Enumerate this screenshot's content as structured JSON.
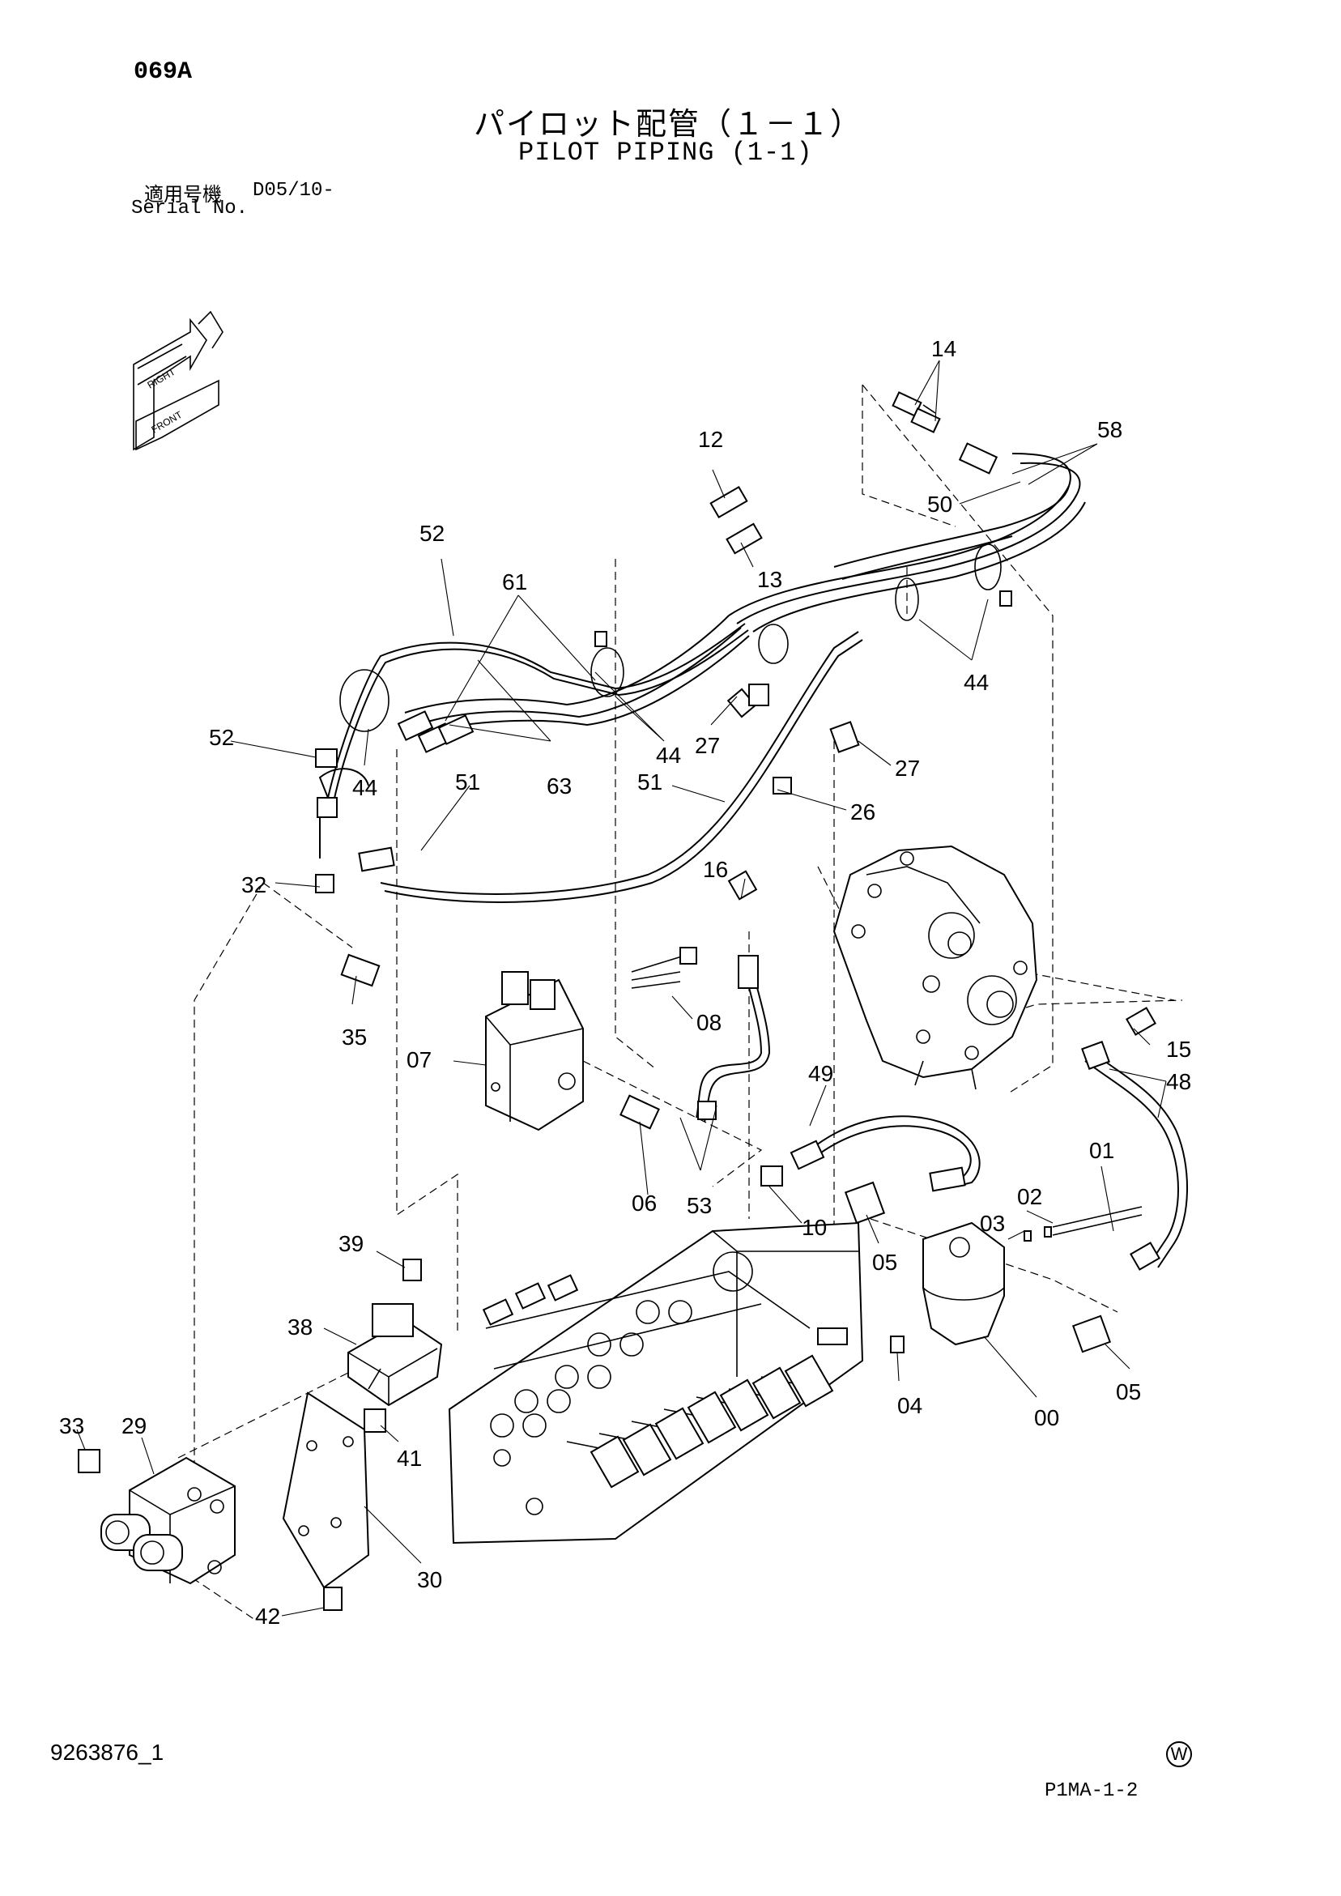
{
  "header": {
    "page_code": "069A",
    "title_jp": "パイロット配管（１－１）",
    "title_en": "PILOT PIPING (1-1)",
    "serial_jp": "適用号機",
    "serial_value": "D05/10-",
    "serial_en": "Serial No."
  },
  "orientation_marker": {
    "labels": [
      "RIGHT",
      "FRONT"
    ]
  },
  "callouts": {
    "c14": "14",
    "c58": "58",
    "c50": "50",
    "c12": "12",
    "c13": "13",
    "c52a": "52",
    "c61": "61",
    "c44a": "44",
    "c44b": "44",
    "c44c": "44",
    "c27a": "27",
    "c27b": "27",
    "c52b": "52",
    "c63": "63",
    "c51a": "51",
    "c51b": "51",
    "c26": "26",
    "c32": "32",
    "c16": "16",
    "c35": "35",
    "c08": "08",
    "c07": "07",
    "c15": "15",
    "c48": "48",
    "c49": "49",
    "c06": "06",
    "c53": "53",
    "c10": "10",
    "c01": "01",
    "c02": "02",
    "c03": "03",
    "c05a": "05",
    "c05b": "05",
    "c39": "39",
    "c38": "38",
    "c04": "04",
    "c00": "00",
    "c33": "33",
    "c29": "29",
    "c41": "41",
    "c30": "30",
    "c42": "42"
  },
  "footer": {
    "doc_id": "9263876_1",
    "watermark": "W",
    "fig_ref": "P1MA-1-2"
  }
}
